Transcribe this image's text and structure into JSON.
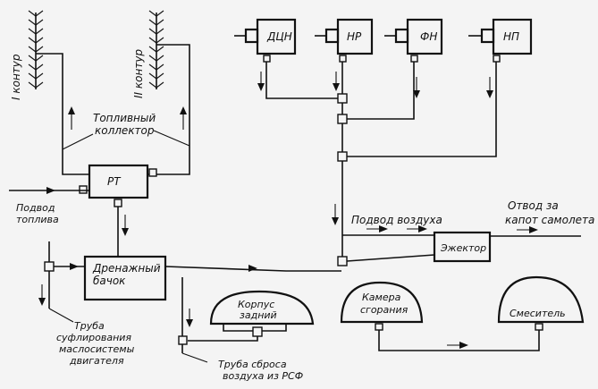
{
  "labels": {
    "contour1": "I контур",
    "contour2": "II контур",
    "fuel_manifold_1": "Топливный",
    "fuel_manifold_2": "коллектор",
    "rt": "РТ",
    "fuel_supply_1": "Подвод",
    "fuel_supply_2": "топлива",
    "drain_tank_1": "Дренажный",
    "drain_tank_2": "бачок",
    "breather_pipe_1": "Труба",
    "breather_pipe_2": "суфлирования",
    "breather_pipe_3": "маслосистемы",
    "breather_pipe_4": "двигателя",
    "rear_case_1": "Корпус",
    "rear_case_2": "задний",
    "rsf_pipe_1": "Труба сброса",
    "rsf_pipe_2": "воздуха из РСФ",
    "dtsn": "ДЦН",
    "nr": "НР",
    "fn": "ФН",
    "np": "НП",
    "air_supply": "Подвод воздуха",
    "exhaust_1": "Отвод за",
    "exhaust_2": "капот самолета",
    "ejector": "Эжектор",
    "combustion_1": "Камера",
    "combustion_2": "сгорания",
    "mixer": "Смеситель"
  }
}
